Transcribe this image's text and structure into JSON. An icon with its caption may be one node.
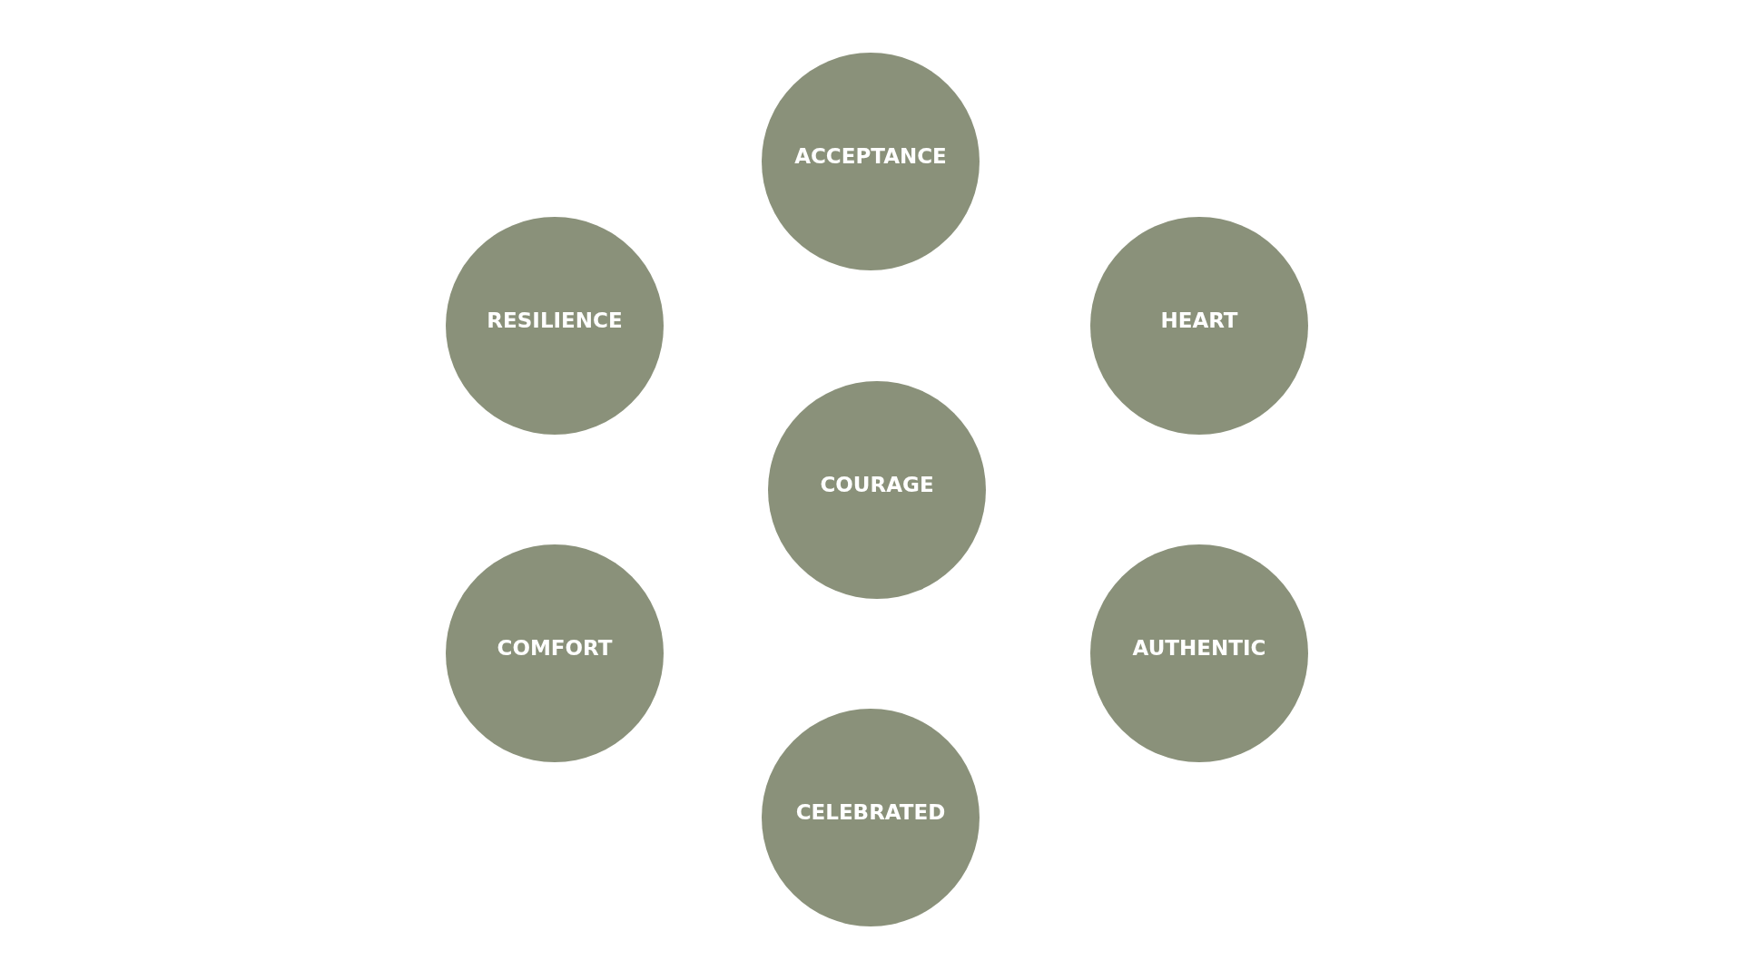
{
  "diagram": {
    "nodes": [
      {
        "text": [
          "ACCEPTANCE"
        ]
      },
      {
        "text": [
          "RESILIENCE"
        ]
      },
      {
        "text": [
          "HEART"
        ]
      },
      {
        "text": [
          "COURAGE"
        ]
      },
      {
        "text": [
          "COMFORT"
        ]
      },
      {
        "text": [
          "AUTHENTIC"
        ]
      },
      {
        "text": [
          "CELEBRATED"
        ]
      }
    ]
  }
}
